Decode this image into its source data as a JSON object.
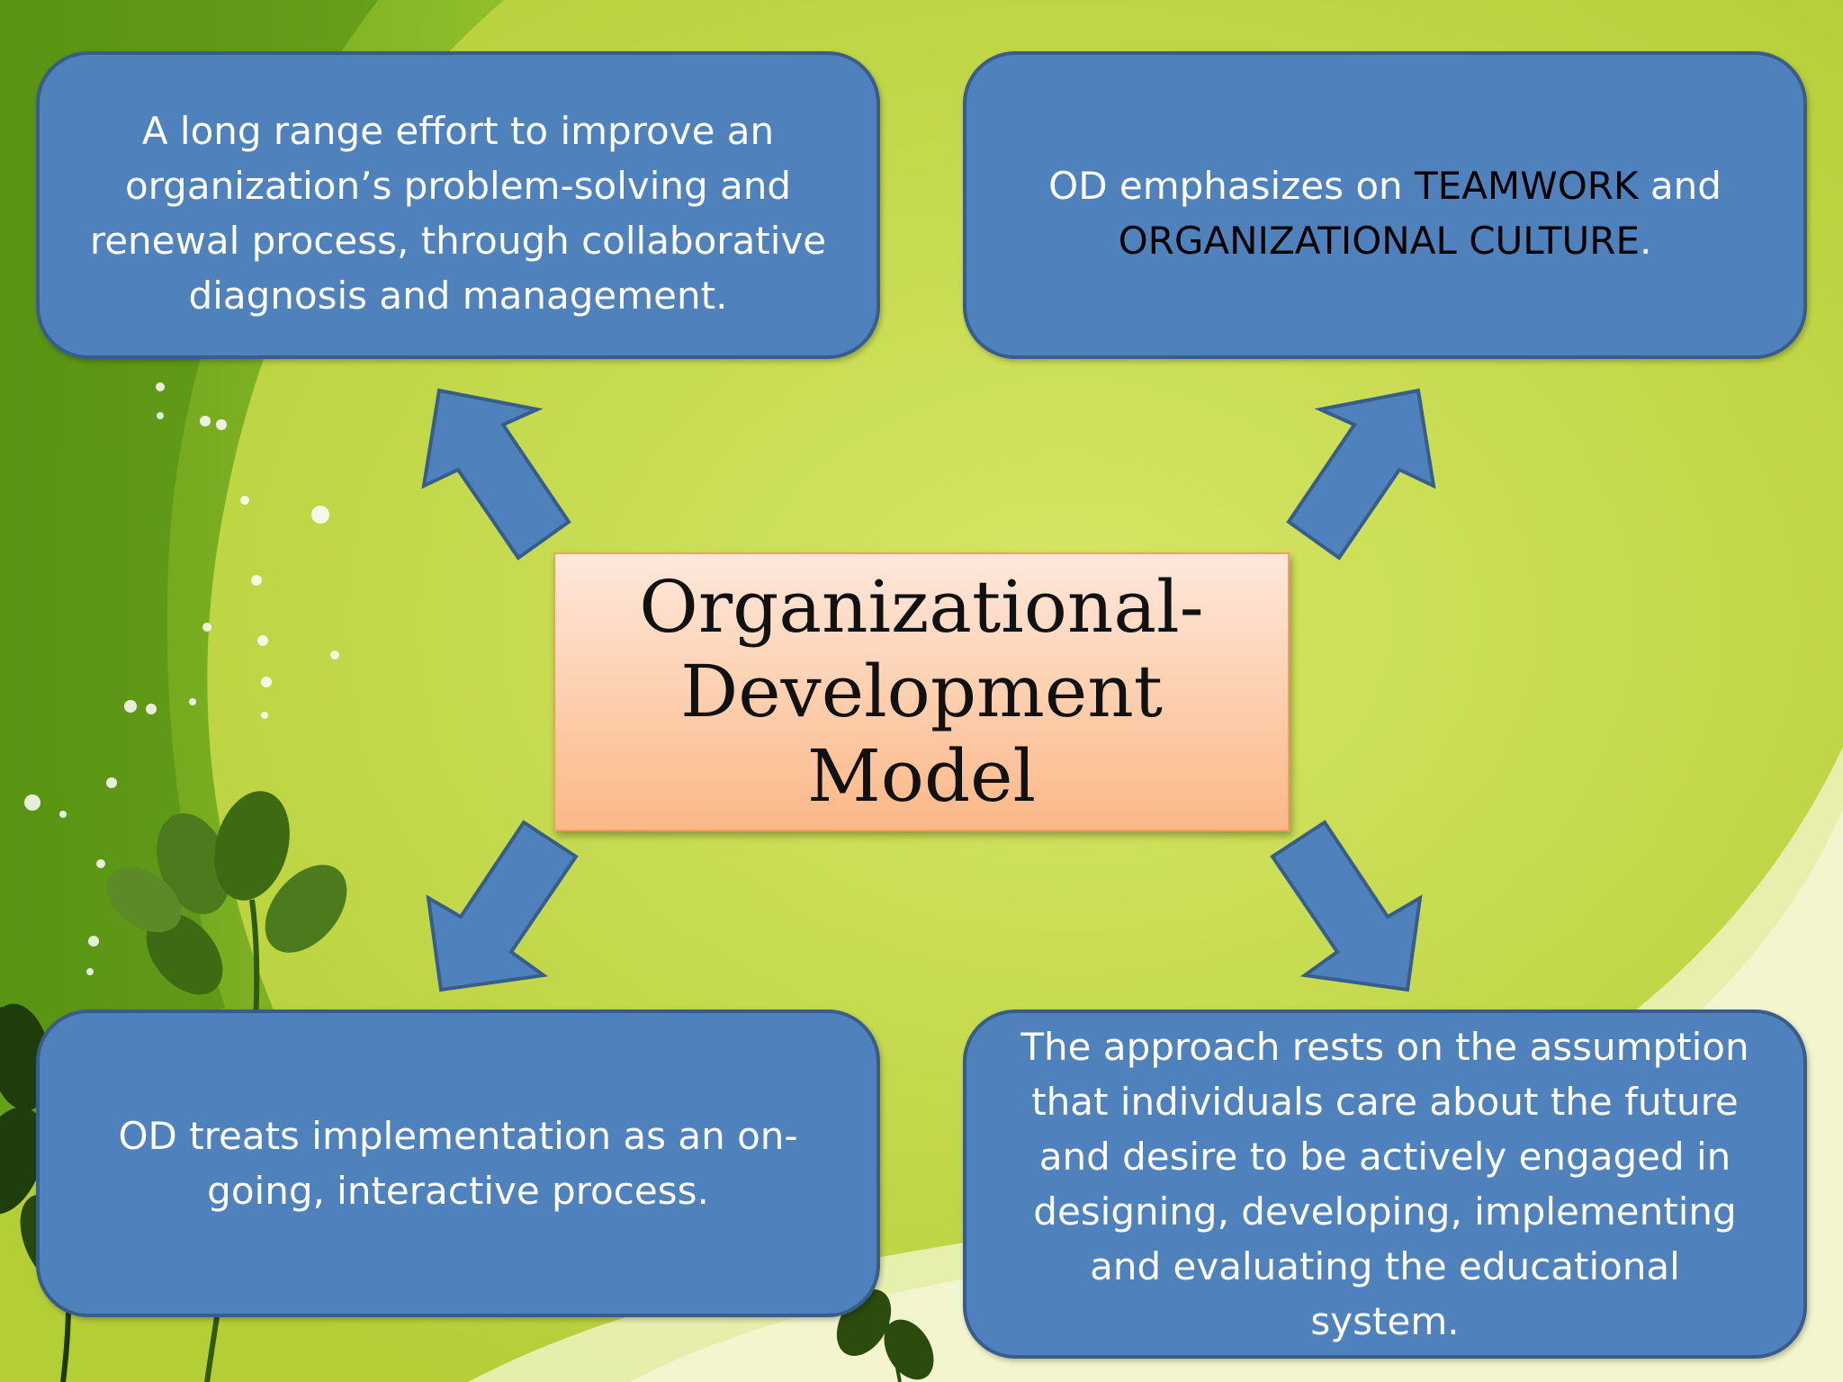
{
  "colors": {
    "background": "#c8dc4c",
    "box_fill": "#4f81bd",
    "box_border": "#385d8a",
    "center_fill_top": "#fee8dc",
    "center_fill_bottom": "#fbb888",
    "box_text": "#ffffff",
    "highlight_text": "#000000"
  },
  "center": {
    "line1": "Organizational-",
    "line2": "Development Model"
  },
  "boxes": {
    "top_left": {
      "text": "A long range effort to improve an organization’s problem-solving and renewal process, through collaborative diagnosis and management."
    },
    "top_right": {
      "prefix": "OD emphasizes on ",
      "term1": "TEAMWORK",
      "middle": " and ",
      "term2": "ORGANIZATIONAL CULTURE",
      "suffix": "."
    },
    "bottom_left": {
      "text": "OD treats implementation as an on-going, interactive process."
    },
    "bottom_right": {
      "text": "The approach rests on the assumption that individuals care about the future and desire to be actively engaged in designing, developing, implementing and evaluating the educational system."
    }
  },
  "arrows": [
    "arrow-to-top-left",
    "arrow-to-top-right",
    "arrow-to-bottom-left",
    "arrow-to-bottom-right"
  ],
  "decoration": [
    "leaf-sprigs",
    "sparkle-dots",
    "light-circle-arc"
  ]
}
